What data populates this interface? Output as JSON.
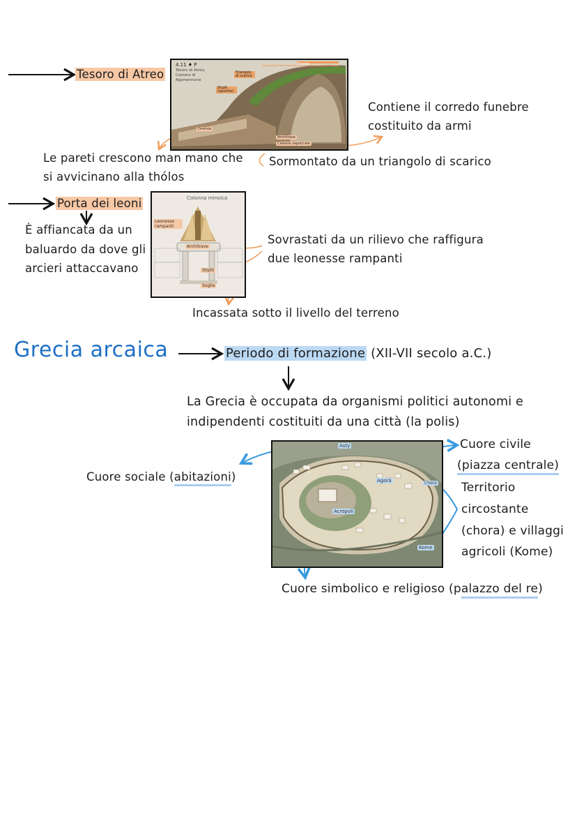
{
  "section1": {
    "tesoro_label": "Tesoro di Atreo",
    "contiene_line1": "Contiene il corredo funebre",
    "contiene_line2": "costituito da armi",
    "pareti_line1": "Le pareti crescono man mano che",
    "pareti_line2": "si avvicinano alla thólos",
    "sormontato": "Sormontato da un triangolo di scarico",
    "diagram_labels": {
      "tholos": "Tholos",
      "triangolo": "Triangolo di scarico",
      "stipiti": "Stipiti (epistilio)",
      "dromos": "Dromos",
      "architrave": "Architrave",
      "camera": "Camera sepolcrale",
      "caption_top": "4.11 ♦ P",
      "caption_body": "Tesoro di Atreo, Camera di Agamennone"
    }
  },
  "section2": {
    "porta_label": "Porta dei leoni",
    "affiancata_line1": "È affiancata da un",
    "affiancata_line2": "baluardo da dove gli",
    "affiancata_line3": "arcieri attaccavano",
    "sovrastati_line1": "Sovrastati da un rilievo che raffigura",
    "sovrastati_line2": "due leonesse rampanti",
    "incassata": "Incassata sotto il livello del terreno",
    "photo_labels": {
      "colonna": "Colonna minoica",
      "leonesse": "Leonesse rampanti",
      "architrave": "Architrave",
      "stipiti": "Stipiti",
      "soglia": "Soglia"
    }
  },
  "section3": {
    "title": "Grecia arcaica",
    "periodo": "Periodo di formazione",
    "secolo": "(XII-VII secolo a.C.)",
    "grecia_line1": "La Grecia è occupata da organismi politici autonomi e",
    "grecia_line2": "indipendenti costituiti da una città (la polis)",
    "cuore_sociale_pre": "Cuore sociale (",
    "cuore_sociale_ul": "abitazioni",
    "cuore_sociale_post": ")",
    "cuore_civile": "Cuore civile",
    "piazza": "(piazza centrale)",
    "territorio_1": "Territorio",
    "territorio_2": "circostante",
    "territorio_3": "(chora) e villaggi",
    "territorio_4": "agricoli (Kome)",
    "simbolico_pre": "Cuore simbolico e religioso (p",
    "simbolico_ul": "alazzo del re",
    "simbolico_post": ")",
    "map_labels": {
      "asty": "Asty",
      "agora": "Agorà",
      "chora": "Chora",
      "acropoli": "Acropoli",
      "kome": "Kome"
    }
  },
  "colors": {
    "highlight_orange": "#f7c8a5",
    "highlight_blue": "#bcd9f3",
    "title_blue": "#1e6fc4",
    "arrow_orange": "#ee9a55",
    "arrow_blue": "#3a9ae0"
  }
}
